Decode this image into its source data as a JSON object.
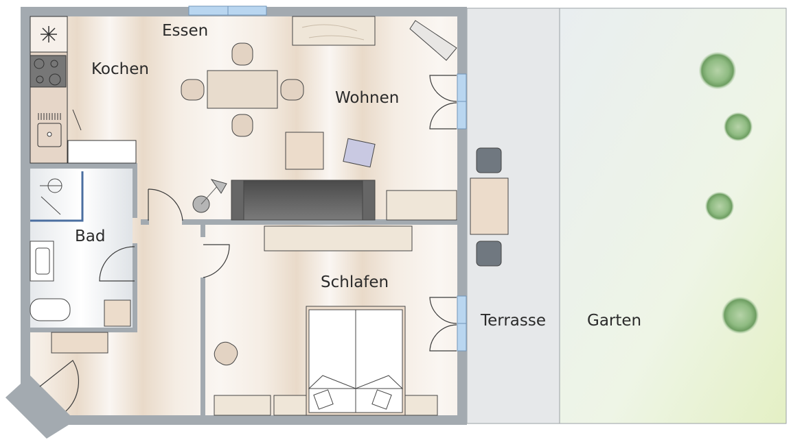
{
  "rooms": {
    "essen": "Essen",
    "kochen": "Kochen",
    "wohnen": "Wohnen",
    "bad": "Bad",
    "schlafen": "Schlafen",
    "terrasse": "Terrasse",
    "garten": "Garten"
  },
  "colors": {
    "wall": "#a3aab0",
    "floor": "#f3ebe2",
    "window": "#b9d6f0",
    "terrace": "#e6e8ea",
    "garden": "#eef4e8",
    "tree": "#7fae72"
  }
}
